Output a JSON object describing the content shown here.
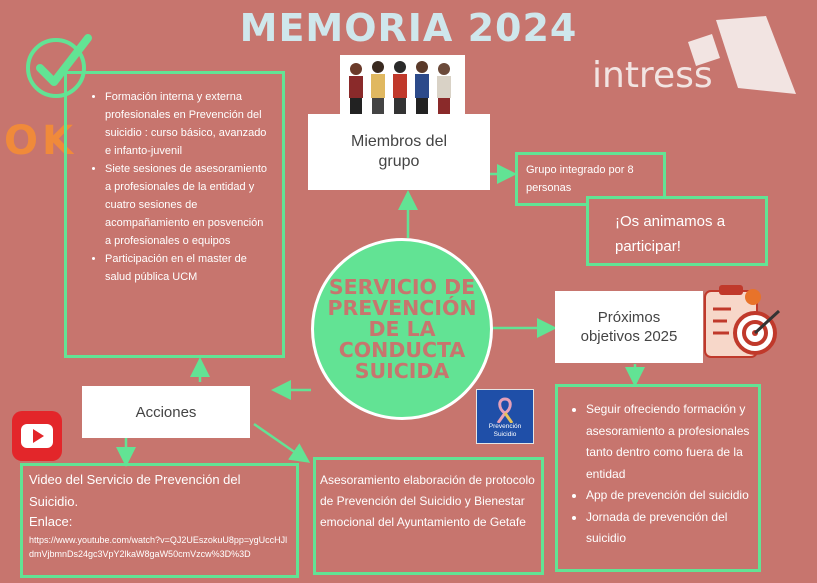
{
  "header": {
    "title": "MEMORIA 2024"
  },
  "brand": {
    "logo_text": "intress"
  },
  "decor": {
    "ok_text": "OK"
  },
  "center": {
    "title": "SERVICIO DE\nPREVENCIÓN\nDE LA\nCONDUCTA\nSUICIDA"
  },
  "members": {
    "label": "Miembros del grupo"
  },
  "group": {
    "info": "Grupo integrado por 8 personas",
    "encourage": "¡Os animamos a participar!"
  },
  "objectives": {
    "label": "Próximos objetivos 2025",
    "items": [
      "Seguir ofreciendo formación y asesoramiento a profesionales tanto dentro como fuera de la entidad",
      "App de prevención del suicidio",
      "Jornada de prevención del suicidio"
    ]
  },
  "actions": {
    "label": "Acciones",
    "items": [
      "Formación interna y externa profesionales en Prevención del suicidio : curso básico, avanzado e infanto-juvenil",
      "Siete sesiones de asesoramiento a profesionales de la entidad y cuatro sesiones de acompañamiento en posvención a profesionales o equipos",
      "Participación en el master de salud pública UCM"
    ]
  },
  "video": {
    "title": "Video del Servicio de Prevención del Suicidio.",
    "link_label": "Enlace:",
    "url": "https://www.youtube.com/watch?v=QJ2UEszokuU8pp=ygUccHJldmVjbmnDs24gc3VpY2lkaW8gaW50cmVzcw%3D%3D"
  },
  "advice": {
    "text": "Asesoramiento elaboración de protocolo de Prevención del Suicidio y Bienestar emocional del Ayuntamiento de Getafe"
  },
  "badge": {
    "text": "Prevención Suicidio"
  },
  "colors": {
    "background": "#c7756e",
    "accent": "#62e394",
    "title": "#cfe7ec"
  }
}
